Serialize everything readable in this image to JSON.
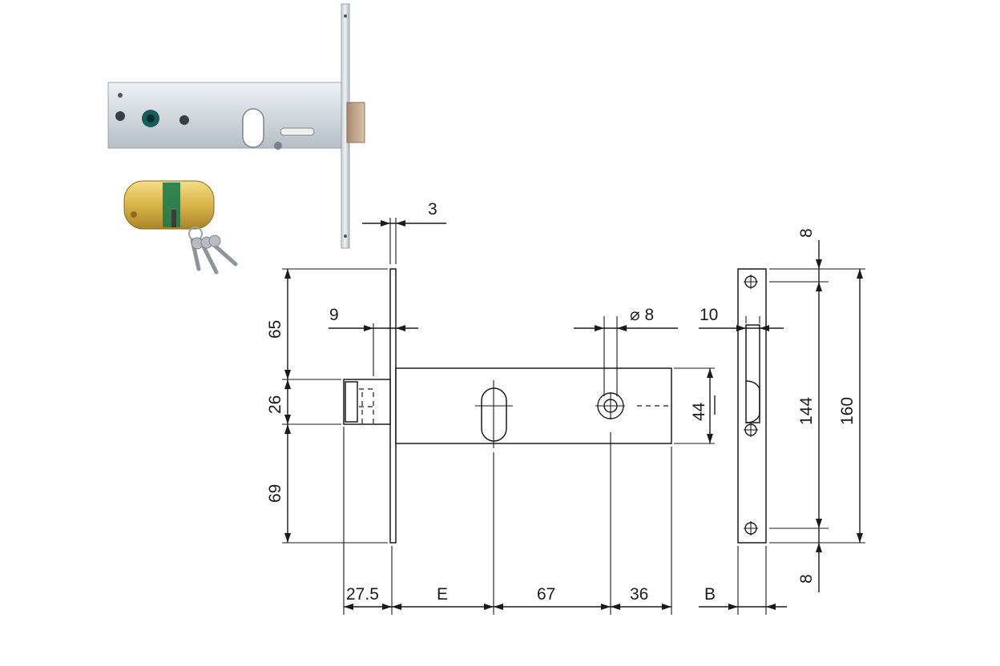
{
  "dimensions": {
    "plate_thickness": "3",
    "latch_projection": "9",
    "upper_height": "65",
    "latch_height": "26",
    "lower_height": "69",
    "body_height": "44",
    "hole_diameter": "⌀ 8",
    "strike_width": "10",
    "strike_hole_spacing": "144",
    "strike_length": "160",
    "strike_top_offset": "8",
    "strike_bottom_offset": "8",
    "latch_depth": "27.5",
    "backset": "E",
    "center_distance": "67",
    "rear_depth": "36",
    "strike_depth": "B"
  },
  "colors": {
    "line": "#1a1a1a",
    "lock_body": "#d7dde3",
    "cylinder": "#d9b54a",
    "cylinder_band": "#1f7a4d",
    "keys": "#b8bcc0"
  }
}
